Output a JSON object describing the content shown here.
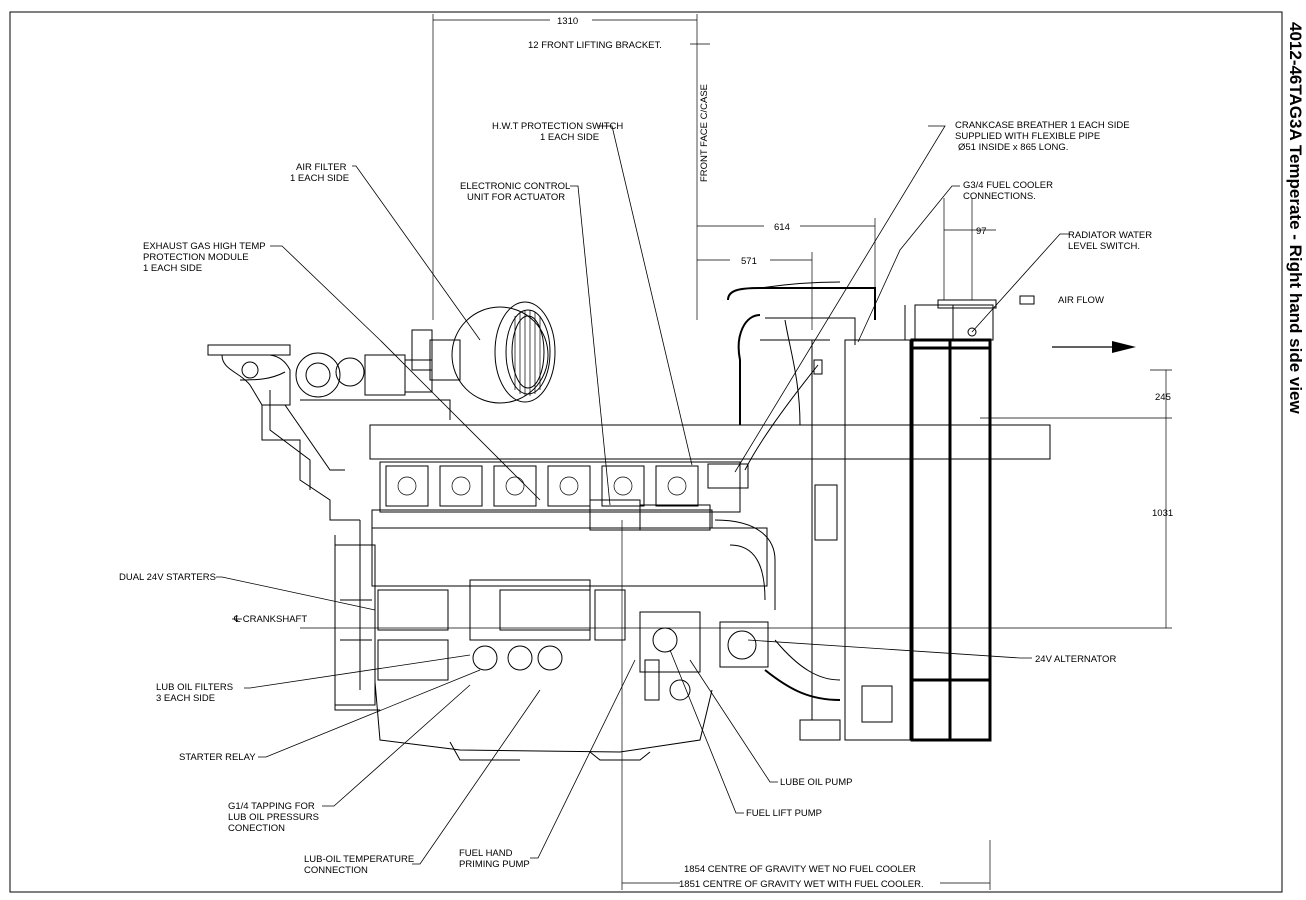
{
  "title": "4012-46TAG3A Temperate - Right hand side view",
  "dimensions": {
    "overall_length": "1310",
    "d614": "614",
    "d571": "571",
    "d97": "97",
    "d245": "245",
    "d1031": "1031"
  },
  "air_flow": "AIR FLOW",
  "labels": {
    "front_lifting_bracket": "12 FRONT LIFTING BRACKET.",
    "front_face_case": "FRONT FACE C/CASE",
    "hwt_switch_1": "H.W.T PROTECTION SWITCH",
    "hwt_switch_2": "1 EACH SIDE",
    "air_filter_1": "AIR FILTER",
    "air_filter_2": "1 EACH SIDE",
    "ecu_1": "ELECTRONIC CONTROL",
    "ecu_2": "UNIT FOR ACTUATOR",
    "exhaust_1": "EXHAUST GAS HIGH TEMP",
    "exhaust_2": "PROTECTION MODULE",
    "exhaust_3": "1 EACH SIDE",
    "breather_1": "CRANKCASE BREATHER 1 EACH SIDE",
    "breather_2": "SUPPLIED WITH FLEXIBLE PIPE",
    "breather_3": "Ø51 INSIDE x 865 LONG.",
    "fuel_cooler_1": "G3/4 FUEL COOLER",
    "fuel_cooler_2": "CONNECTIONS.",
    "radiator_switch_1": "RADIATOR WATER",
    "radiator_switch_2": "LEVEL SWITCH.",
    "starters": "DUAL 24V STARTERS",
    "crankshaft": "℄ CRANKSHAFT",
    "alternator": "24V ALTERNATOR",
    "lub_filters_1": "LUB OIL FILTERS",
    "lub_filters_2": "3 EACH SIDE",
    "starter_relay": "STARTER RELAY",
    "tapping_1": "G1/4 TAPPING FOR",
    "tapping_2": "LUB OIL PRESSURS",
    "tapping_3": "CONECTION",
    "lube_pump": "LUBE OIL PUMP",
    "fuel_lift_pump": "FUEL LIFT PUMP",
    "fuel_hand_1": "FUEL HAND",
    "fuel_hand_2": "PRIMING PUMP",
    "lub_temp_1": "LUB-OIL TEMPERATURE",
    "lub_temp_2": "CONNECTION",
    "cog_1": "1854 CENTRE OF GRAVITY WET NO FUEL COOLER",
    "cog_2": "1851 CENTRE OF GRAVITY WET WITH FUEL COOLER."
  },
  "cylinder_count_visible": 6,
  "filter_count_visible": 3
}
